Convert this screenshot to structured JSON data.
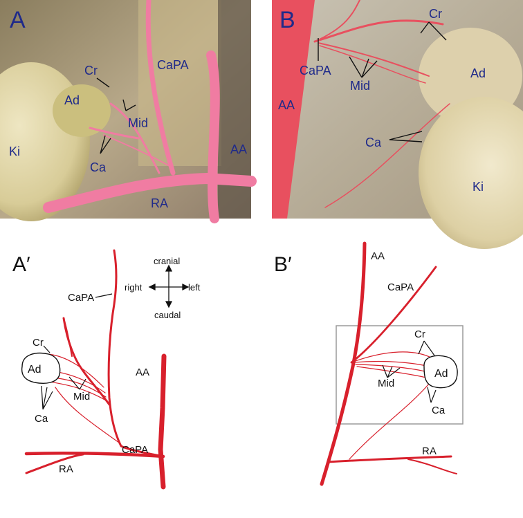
{
  "panels": {
    "A": {
      "letter": "A",
      "labels": {
        "cr": "Cr",
        "ad": "Ad",
        "capa": "CaPA",
        "mid": "Mid",
        "ki": "Ki",
        "ca": "Ca",
        "aa": "AA",
        "ra": "RA"
      }
    },
    "B": {
      "letter": "B",
      "labels": {
        "cr": "Cr",
        "capa": "CaPA",
        "ad": "Ad",
        "mid": "Mid",
        "aa": "AA",
        "ca": "Ca",
        "ki": "Ki"
      }
    },
    "A_prime": {
      "letter": "A′",
      "labels": {
        "capa_top": "CaPA",
        "cr": "Cr",
        "ad": "Ad",
        "mid": "Mid",
        "ca": "Ca",
        "aa": "AA",
        "capa_bottom": "CaPA",
        "ra": "RA"
      },
      "compass": {
        "up": "cranial",
        "down": "caudal",
        "left": "right",
        "right": "left"
      }
    },
    "B_prime": {
      "letter": "B′",
      "labels": {
        "aa": "AA",
        "capa": "CaPA",
        "cr": "Cr",
        "ad": "Ad",
        "mid": "Mid",
        "ca": "Ca",
        "ra": "RA"
      }
    }
  },
  "colors": {
    "vessel": "#d8202c",
    "label_blue": "#1f2a8a",
    "tissue_pink": "#f08aa8",
    "inset_box": "#9a9a9a"
  }
}
